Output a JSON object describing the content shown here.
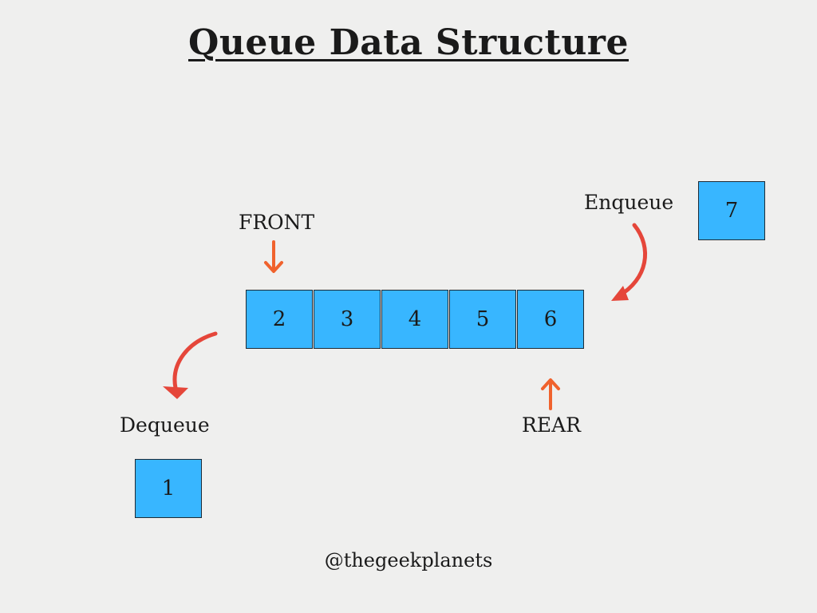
{
  "title": "Queue Data Structure",
  "labels": {
    "front": "FRONT",
    "rear": "REAR",
    "enqueue": "Enqueue",
    "dequeue": "Dequeue"
  },
  "queue": {
    "items": [
      "2",
      "3",
      "4",
      "5",
      "6"
    ],
    "incoming": "7",
    "outgoing": "1"
  },
  "credit": "@thegeekplanets",
  "colors": {
    "cell_fill": "#38b6ff",
    "arrow_orange": "#f0622d",
    "arrow_red": "#e5463a"
  }
}
